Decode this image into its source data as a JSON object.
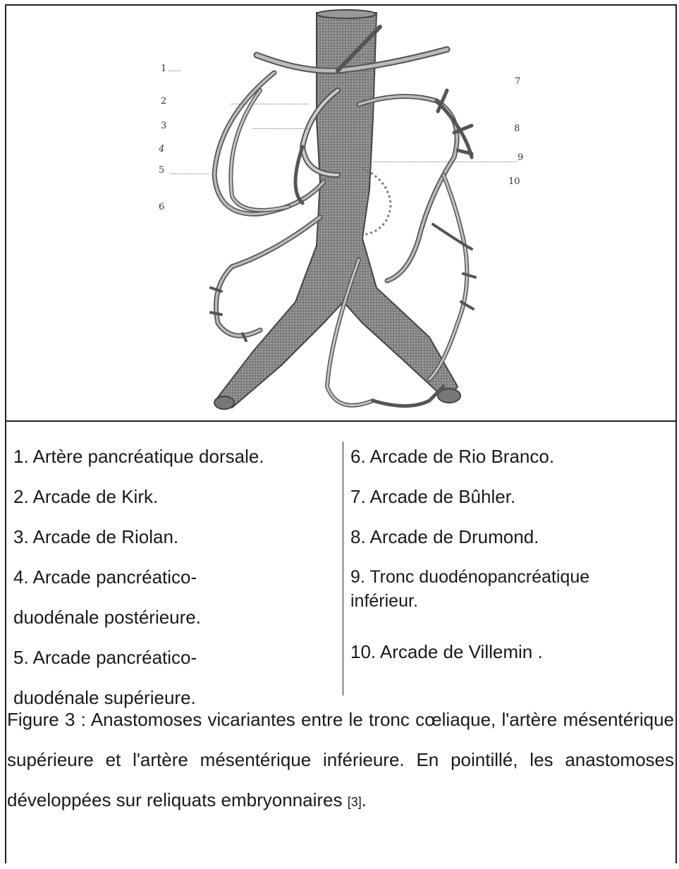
{
  "figure": {
    "callouts": [
      "1",
      "2",
      "3",
      "4",
      "5",
      "6",
      "7",
      "8",
      "9",
      "10"
    ]
  },
  "legend": {
    "left": [
      {
        "l1": "1. Artère pancréatique dorsale."
      },
      {
        "l1": "2. Arcade de Kirk."
      },
      {
        "l1": "3. Arcade de Riolan."
      },
      {
        "l1": "4. Arcade pancréatico-",
        "l2": "duodénale postérieure."
      },
      {
        "l1": "5. Arcade pancréatico-",
        "l2": "duodénale supérieure."
      }
    ],
    "right": [
      {
        "l1": "6. Arcade de Rio Branco."
      },
      {
        "l1": "7. Arcade de Bûhler."
      },
      {
        "l1": "8. Arcade de Drumond."
      },
      {
        "l1": "9. Tronc duodénopancréatique",
        "l2": "inférieur."
      },
      {
        "l1": "10. Arcade de Villemin ."
      }
    ]
  },
  "caption": {
    "text": "Figure 3 : Anastomoses vicariantes entre le tronc cœliaque, l'artère mésentérique supérieure et l'artère mésentérique inférieure. En pointillé, les anastomoses développées sur reliquats embryonnaires ",
    "ref": "[3]",
    "end": "."
  }
}
